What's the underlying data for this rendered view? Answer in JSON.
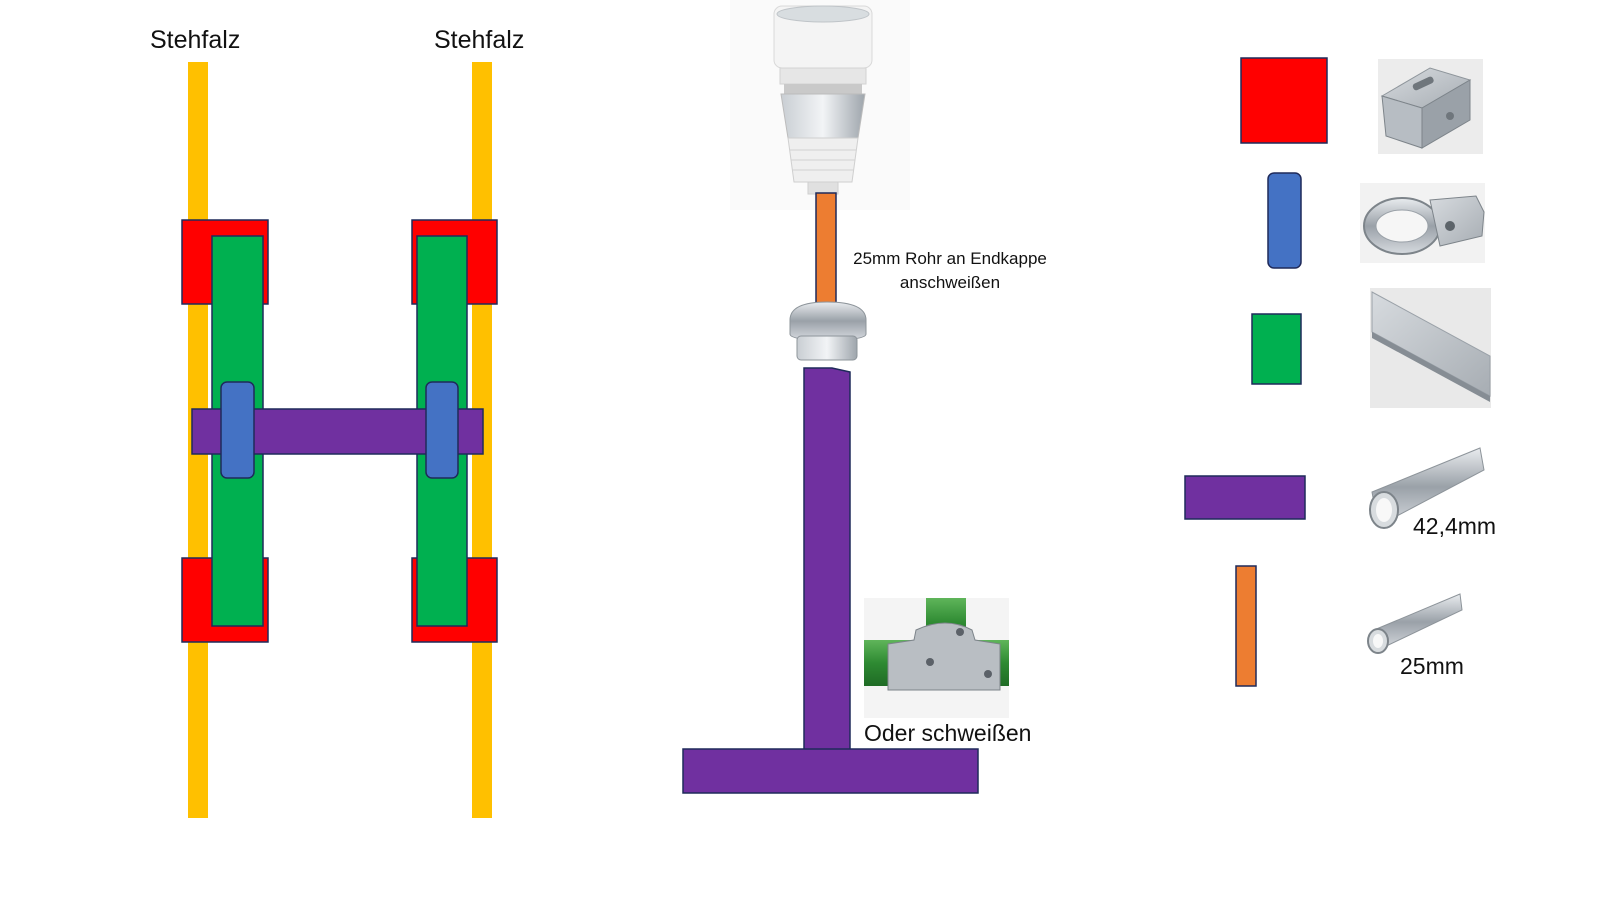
{
  "labels": {
    "stehfalz_left": "Stehfalz",
    "stehfalz_right": "Stehfalz",
    "weld_note_line1": "25mm Rohr an Endkappe",
    "weld_note_line2": "anschweißen",
    "alternative_note": "Oder schweißen",
    "pipe_large_size": "42,4mm",
    "pipe_small_size": "25mm"
  },
  "legend": [
    {
      "color_name": "red",
      "part": "seam-clamp"
    },
    {
      "color_name": "blue",
      "part": "pipe-clamp"
    },
    {
      "color_name": "green",
      "part": "flat-bar"
    },
    {
      "color_name": "purple",
      "part": "pipe-42-4mm"
    },
    {
      "color_name": "orange",
      "part": "pipe-25mm"
    }
  ],
  "colors": {
    "seam": "#FFC000",
    "clamp": "#FF0000",
    "flat_bar": "#00B050",
    "pipe_clamp": "#4472C4",
    "pipe_large": "#7030A0",
    "pipe_small": "#ED7D31",
    "outline": "#1F2A5A"
  }
}
